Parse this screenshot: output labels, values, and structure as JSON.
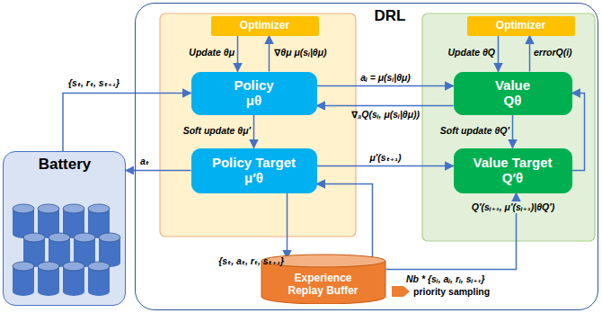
{
  "diagram": {
    "nodes": [
      {
        "text": [
          "Battery"
        ]
      },
      {
        "text": [
          "DRL"
        ]
      },
      {
        "text": [
          "Optimizer"
        ],
        "in": 1
      },
      {
        "text": [
          "Policy μθ"
        ],
        "in": 1
      },
      {
        "text": [
          "Policy Target μ′θ"
        ],
        "in": 1
      },
      {
        "text": [
          "Optimizer"
        ],
        "in": 1
      },
      {
        "text": [
          "Value Qθ"
        ],
        "in": 1
      },
      {
        "text": [
          "Value Target Q′θ"
        ],
        "in": 1
      },
      {
        "text": [
          "Experience Replay Buffer"
        ],
        "in": 1
      }
    ],
    "edges": [
      {
        "from": 0,
        "to": 3,
        "arrow": "to",
        "label": "{sₜ, rₜ, sₜ₊₁}"
      },
      {
        "from": 2,
        "to": 3,
        "arrow": "to",
        "label": "Update θμ"
      },
      {
        "from": 3,
        "to": 2,
        "arrow": "to",
        "label": "∇θμ μ(sᵢ|θμ)"
      },
      {
        "from": 3,
        "to": 6,
        "arrow": "to",
        "label": "aᵢ = μ(sᵢ|θμ)"
      },
      {
        "from": 6,
        "to": 3,
        "arrow": "to",
        "label": "∇ₐQ(sᵢ, μ(sᵢ|θμ))"
      },
      {
        "from": 5,
        "to": 6,
        "arrow": "to",
        "label": "Update θQ"
      },
      {
        "from": 6,
        "to": 5,
        "arrow": "to",
        "label": "errorQ(i)"
      },
      {
        "from": 3,
        "to": 4,
        "arrow": "to",
        "label": "Soft update θμ′"
      },
      {
        "from": 6,
        "to": 7,
        "arrow": "to",
        "label": "Soft update θQ′"
      },
      {
        "from": 4,
        "to": 7,
        "arrow": "to",
        "label": "μ′(sₜ₊₁)"
      },
      {
        "from": 7,
        "to": 6,
        "arrow": "to",
        "label": "Q′(sᵢ₊₁, μ′(sᵢ₊₁)|θQ′)"
      },
      {
        "from": 4,
        "to": 0,
        "arrow": "to",
        "label": "aₜ"
      },
      {
        "from": 4,
        "to": 8,
        "arrow": "to",
        "label": "{sₜ, aₜ, rₜ, sₜ₊₁}"
      },
      {
        "from": 8,
        "to": 7,
        "arrow": "to",
        "label": "Nb * {sᵢ, aᵢ, rᵢ, sᵢ₊₁}"
      },
      {
        "from": 8,
        "to": 4,
        "arrow": "to"
      }
    ],
    "labels": [
      "priority sampling"
    ]
  }
}
